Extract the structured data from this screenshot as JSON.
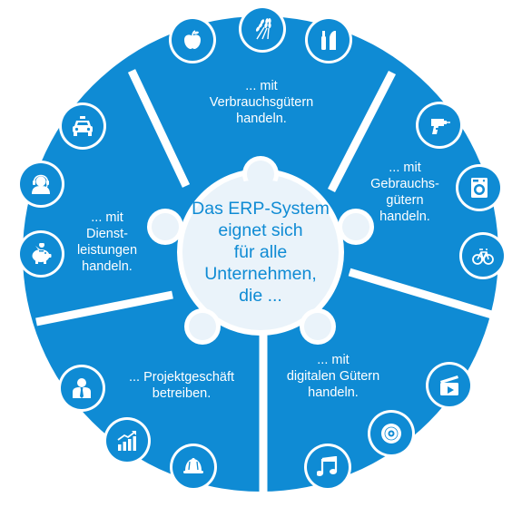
{
  "colors": {
    "segment": "#0f8bd4",
    "center": "#eaf3fa",
    "icon_circle": "#0f8bd4",
    "icon_ring": "#ffffff",
    "separator": "#ffffff"
  },
  "center": {
    "title": "Das ERP-System\neignet sich\nfür alle\nUnternehmen,\ndie ..."
  },
  "segments": [
    {
      "label": "... mit\nVerbrauchsgütern\nhandeln.",
      "icons": [
        "apple-icon",
        "wheat-icon",
        "toothbrush-icon"
      ]
    },
    {
      "label": "... mit\nGebrauchs-\ngütern\nhandeln.",
      "icons": [
        "drill-icon",
        "washing-machine-icon",
        "bicycle-icon"
      ]
    },
    {
      "label": "... mit\ndigitalen Gütern\nhandeln.",
      "icons": [
        "video-clapper-icon",
        "disc-icon",
        "music-note-icon"
      ]
    },
    {
      "label": "... Projektgeschäft\nbetreiben.",
      "icons": [
        "businessman-icon",
        "growth-chart-icon",
        "hard-hat-icon"
      ]
    },
    {
      "label": "... mit\nDienst-\nleistungen\nhandeln.",
      "icons": [
        "taxi-icon",
        "headset-agent-icon",
        "piggy-bank-icon"
      ]
    }
  ]
}
